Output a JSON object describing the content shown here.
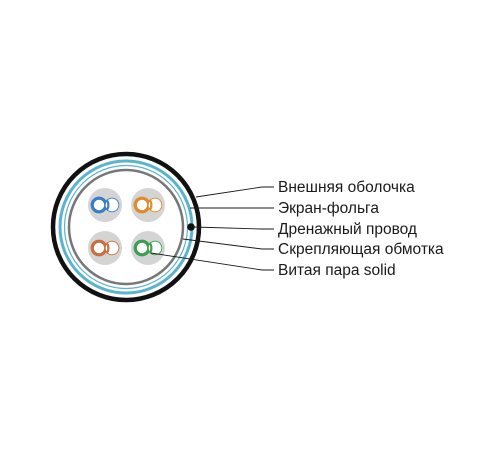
{
  "labels": {
    "outer_jacket": "Внешняя оболочка",
    "foil_screen": "Экран-фольга",
    "drain_wire": "Дренажный провод",
    "binder_wrap": "Скрепляющая обмотка",
    "twisted_pair": "Витая пара solid"
  },
  "pair_colors": {
    "top_left": "#3a7fc4",
    "top_right": "#e08a2a",
    "bottom_left": "#c8703e",
    "bottom_right": "#3e9e50"
  },
  "colors": {
    "jacket": "#111111",
    "foil": "#5ab4cf",
    "binder": "#777777",
    "pair_fill": "#d4d4d4",
    "text": "#1a1a1a"
  }
}
